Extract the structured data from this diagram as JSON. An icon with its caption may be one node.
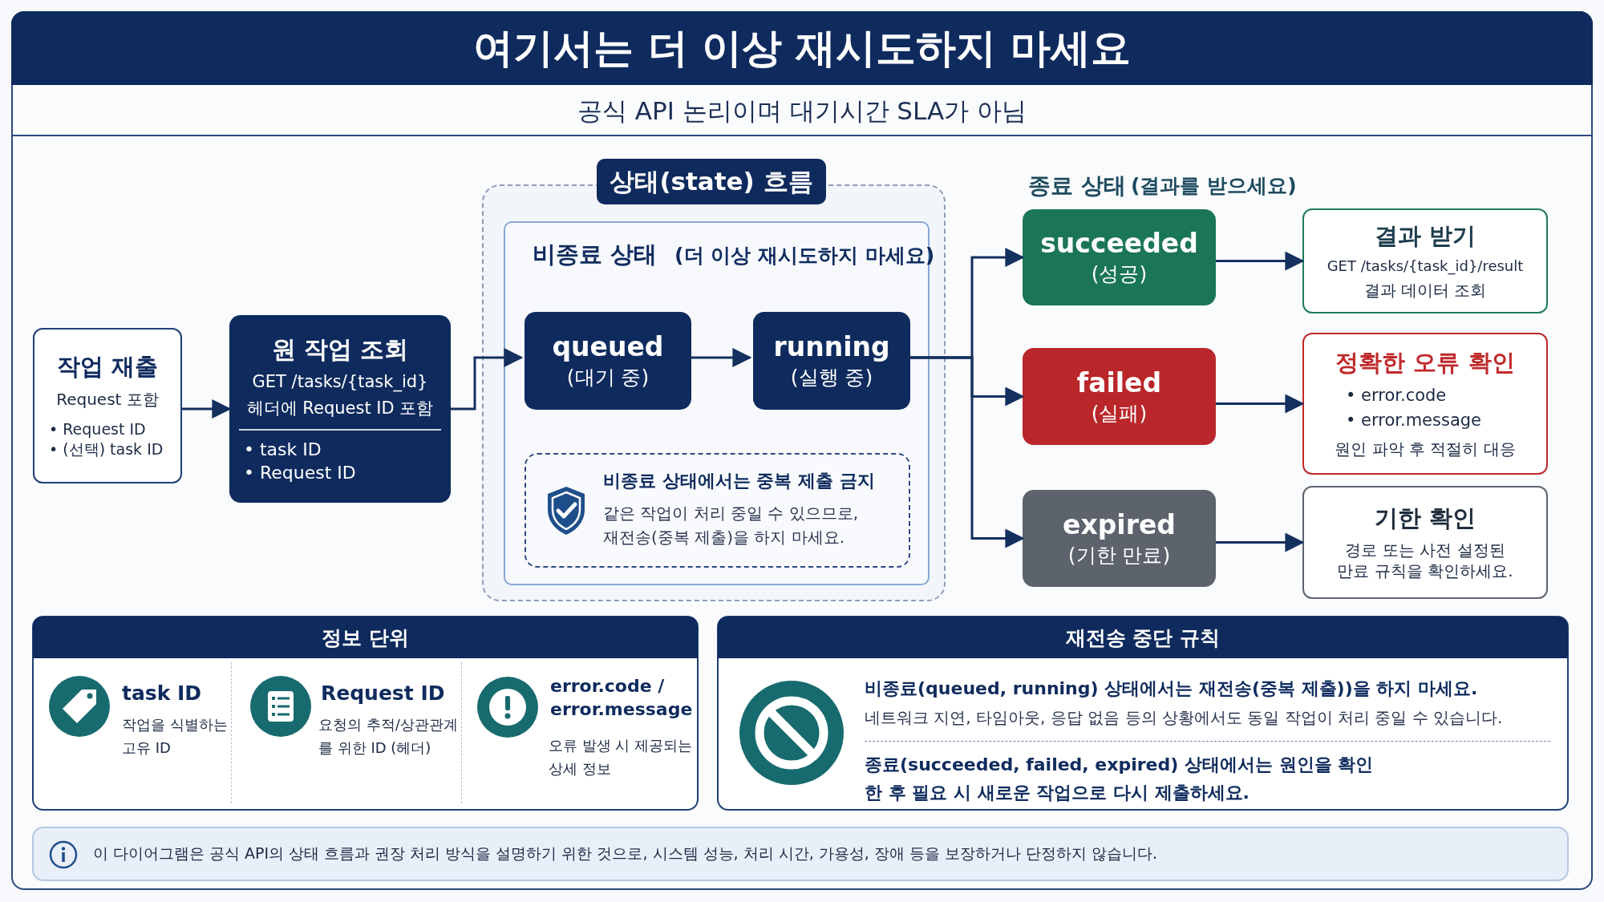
{
  "diagram": {
    "title": "여기서는 더 이상 재시도하지 마세요",
    "nodes": [
      {
        "text": [
          "작업 재출",
          "Request 포함",
          "• Request ID",
          "• (선택) task ID"
        ]
      },
      {
        "text": [
          "원 작업 조회",
          "GET /tasks/{task_id}",
          "헤더에 Request ID 포함",
          "• task ID",
          "• Request ID"
        ]
      },
      {
        "text": [
          "상태(state) 흐름"
        ]
      },
      {
        "text": [
          "비종료 상태",
          "(더 이상 재시도하지 마세요)"
        ],
        "in": 2
      },
      {
        "text": [
          "queued",
          "(대기 중)"
        ],
        "in": 3
      },
      {
        "text": [
          "running",
          "(실행 중)"
        ],
        "in": 3
      },
      {
        "text": [
          "비종료 상태에서는 중복 제출 금지",
          "같은 작업이 처리 중일 수 있으므로, 재전송(중복 제출)을 하지 마세요."
        ],
        "in": 3
      },
      {
        "text": [
          "succeeded",
          "(성공)"
        ]
      },
      {
        "text": [
          "failed",
          "(실패)"
        ]
      },
      {
        "text": [
          "expired",
          "(기한 만료)"
        ]
      },
      {
        "text": [
          "결과 받기",
          "GET /tasks/{task_id}/result",
          "결과 데이터 조회"
        ]
      },
      {
        "text": [
          "정확한 오류 확인",
          "• error.code",
          "• error.message",
          "원인 파악 후 적절히 대응"
        ]
      },
      {
        "text": [
          "기한 확인",
          "경로 또는 사전 설정된 만료 규칙을 확인하세요."
        ]
      },
      {
        "text": [
          "정보 단위"
        ]
      },
      {
        "text": [
          "재전송 중단 규칙",
          "비종료(queued, running) 상태에서는 재전송(중복 제출))을 하지 마세요.",
          "네트워크 지연, 타임아웃, 응답 없음 등의 상황에서도 동일 작업이 처리 중일 수 있습니다.",
          "종료(succeeded, failed, expired) 상태에서는 원인을 확인한 후 필요 시 새로운 작업으로 다시 제출하세요."
        ]
      },
      {
        "text": [
          "이 다이어그램은 공식 API의 상태 흐름과 권장 처리 방식을 설명하기 위한 것으로, 시스템 성능, 처리 시간, 가용성, 장애 등을 보장하거나 단정하지 않습니다."
        ]
      }
    ],
    "edges": [
      {
        "from": 0,
        "to": 1,
        "arrow": "to"
      },
      {
        "from": 1,
        "to": 4,
        "arrow": "to"
      },
      {
        "from": 4,
        "to": 5,
        "arrow": "to"
      },
      {
        "from": 5,
        "to": 7,
        "arrow": "to"
      },
      {
        "from": 5,
        "to": 8,
        "arrow": "to"
      },
      {
        "from": 5,
        "to": 9,
        "arrow": "to"
      },
      {
        "from": 7,
        "to": 10,
        "arrow": "to"
      },
      {
        "from": 8,
        "to": 11,
        "arrow": "to"
      },
      {
        "from": 9,
        "to": 12,
        "arrow": "to"
      }
    ],
    "labels": [
      "공식 API 논리이며 대기시간 SLA가 아님",
      "종료 상태",
      "(결과를 받으세요)",
      "task ID",
      "작업을 식별하는 고유 ID",
      "Request ID",
      "요청의 추적/상관관계를 위한 ID (헤더)",
      "error.code / error.message",
      "오류 발생 시 제공되는 상세 정보"
    ]
  }
}
